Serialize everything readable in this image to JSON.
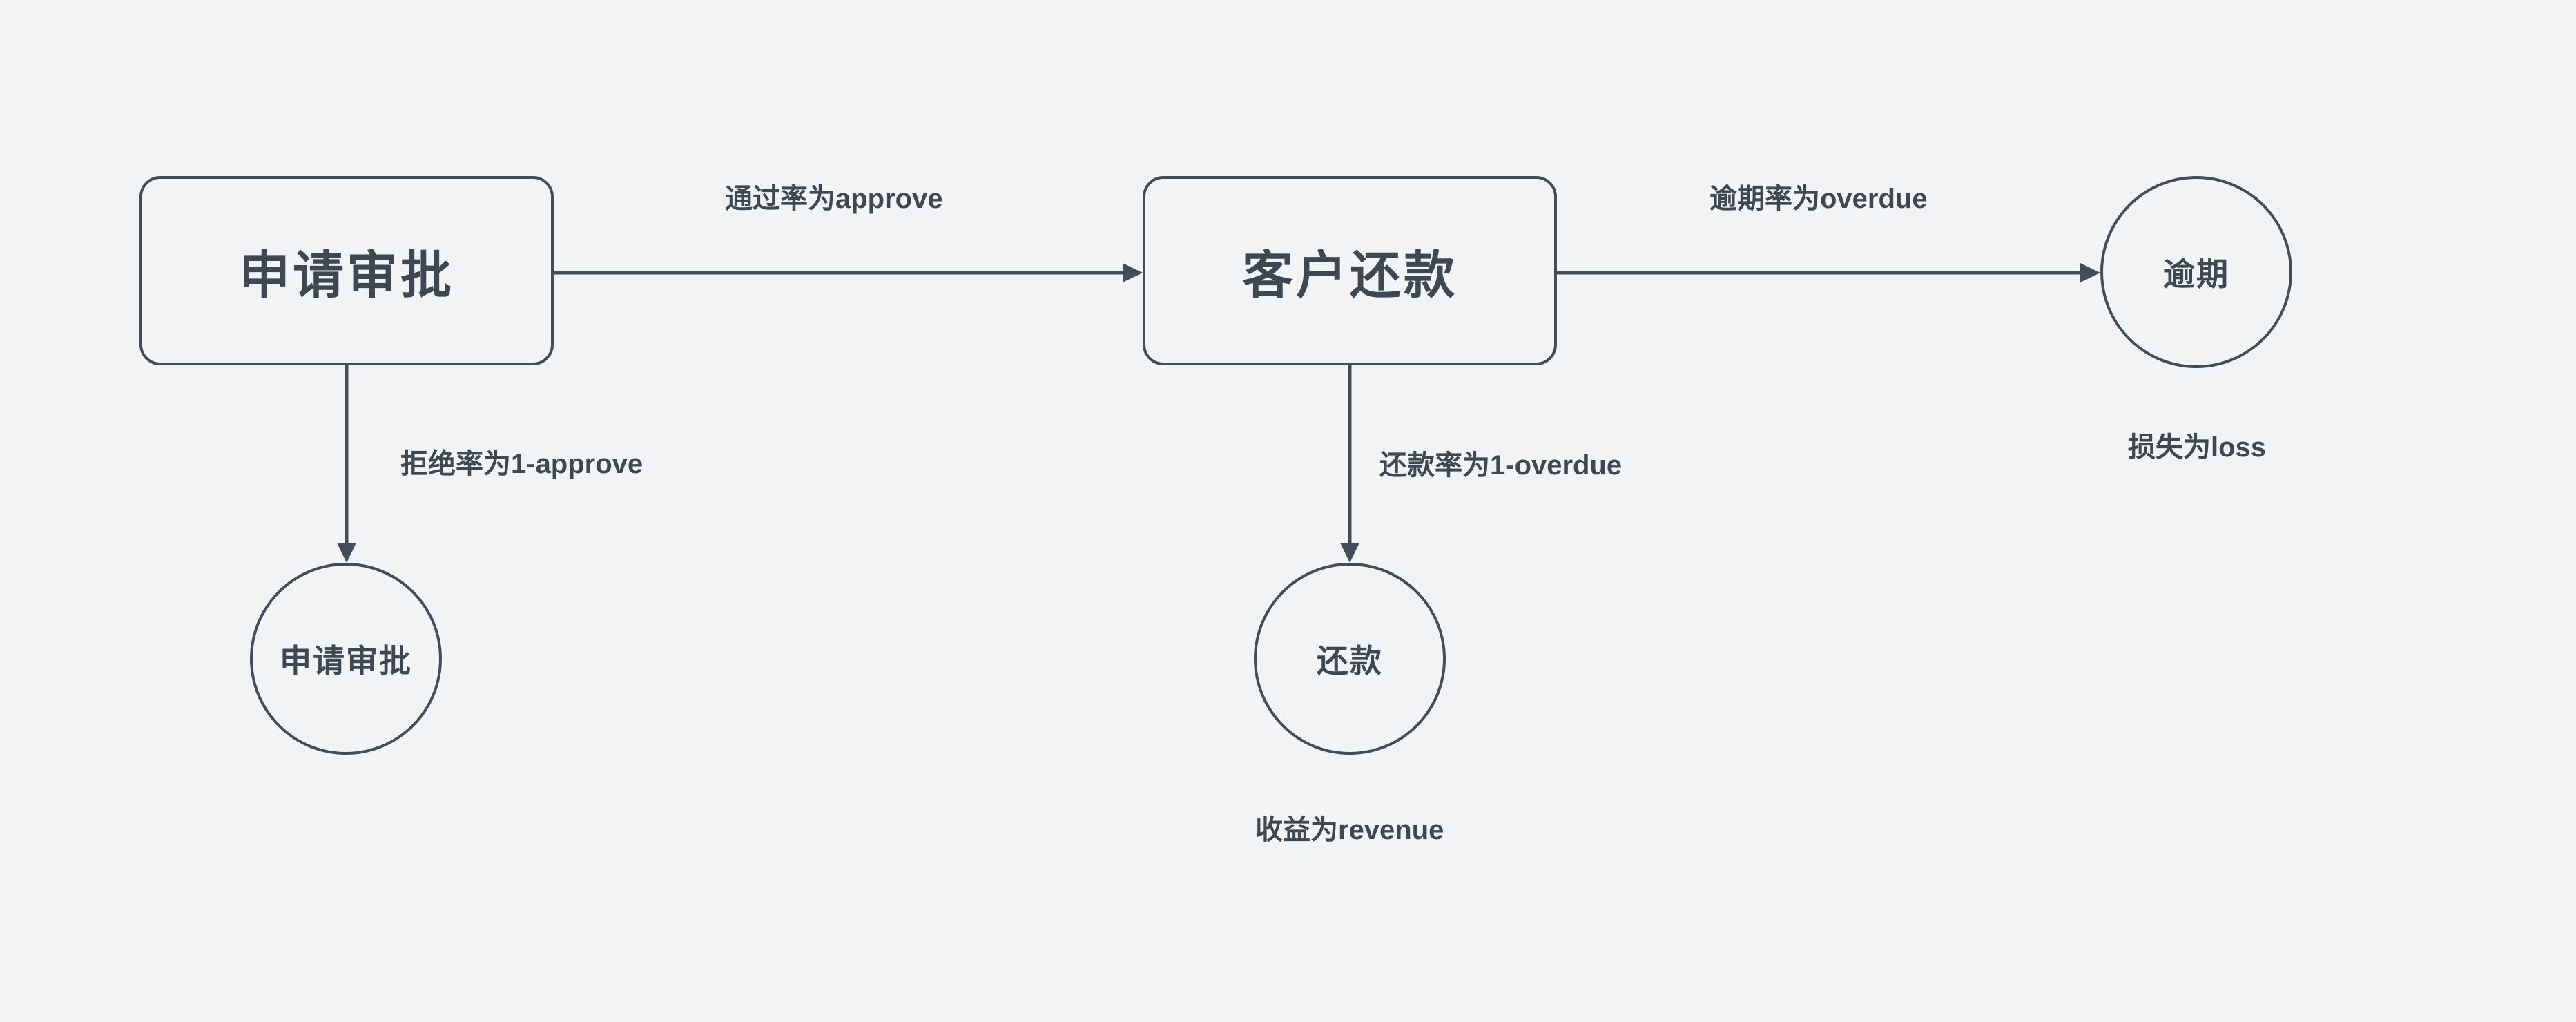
{
  "theme": {
    "bg": "#f1f3f5",
    "ink": "#414d58",
    "node_fill": "#f1f3f5",
    "text": "#3d4852"
  },
  "diagram": {
    "nodes": [
      {
        "id": "approval-process",
        "shape": "rounded-rect",
        "label": "申请审批"
      },
      {
        "id": "customer-repayment",
        "shape": "rounded-rect",
        "label": "客户还款"
      },
      {
        "id": "overdue",
        "shape": "circle",
        "label": "逾期"
      },
      {
        "id": "application-rejected",
        "shape": "circle",
        "label": "申请审批"
      },
      {
        "id": "repaid",
        "shape": "circle",
        "label": "还款"
      }
    ],
    "edges": [
      {
        "from": "approval-process",
        "to": "customer-repayment",
        "label": "通过率为approve"
      },
      {
        "from": "customer-repayment",
        "to": "overdue",
        "label": "逾期率为overdue"
      },
      {
        "from": "approval-process",
        "to": "application-rejected",
        "label": "拒绝率为1-approve"
      },
      {
        "from": "customer-repayment",
        "to": "repaid",
        "label": "还款率为1-overdue"
      }
    ],
    "annotations": [
      {
        "near": "overdue",
        "label": "损失为loss"
      },
      {
        "near": "repaid",
        "label": "收益为revenue"
      }
    ]
  }
}
